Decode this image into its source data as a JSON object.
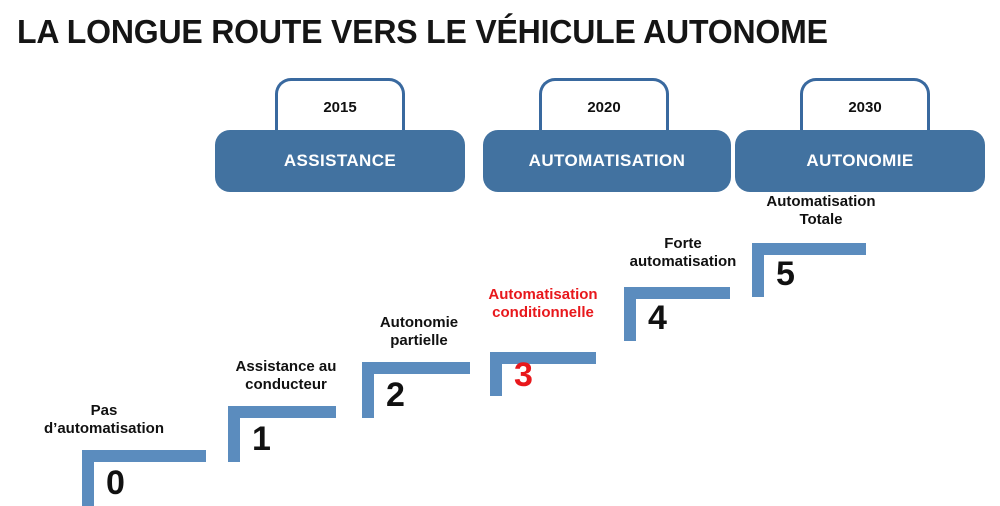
{
  "title": "LA LONGUE ROUTE VERS LE VÉHICULE AUTONOME",
  "colors": {
    "step_blue": "#5b8cbe",
    "banner_blue": "#4272a0",
    "banner_border": "#39699f",
    "highlight_red": "#e8181c",
    "text_black": "#111111",
    "background": "#ffffff"
  },
  "timeline": [
    {
      "year": "2015",
      "phase": "ASSISTANCE"
    },
    {
      "year": "2020",
      "phase": "AUTOMATISATION"
    },
    {
      "year": "2030",
      "phase": "AUTONOMIE"
    }
  ],
  "levels": [
    {
      "number": "0",
      "label": "Pas\nd’automatisation",
      "highlight": false
    },
    {
      "number": "1",
      "label": "Assistance au\nconducteur",
      "highlight": false
    },
    {
      "number": "2",
      "label": "Autonomie\npartielle",
      "highlight": false
    },
    {
      "number": "3",
      "label": "Automatisation\nconditionnelle",
      "highlight": true
    },
    {
      "number": "4",
      "label": "Forte\nautomatisation",
      "highlight": false
    },
    {
      "number": "5",
      "label": "Automatisation\nTotale",
      "highlight": false
    }
  ]
}
